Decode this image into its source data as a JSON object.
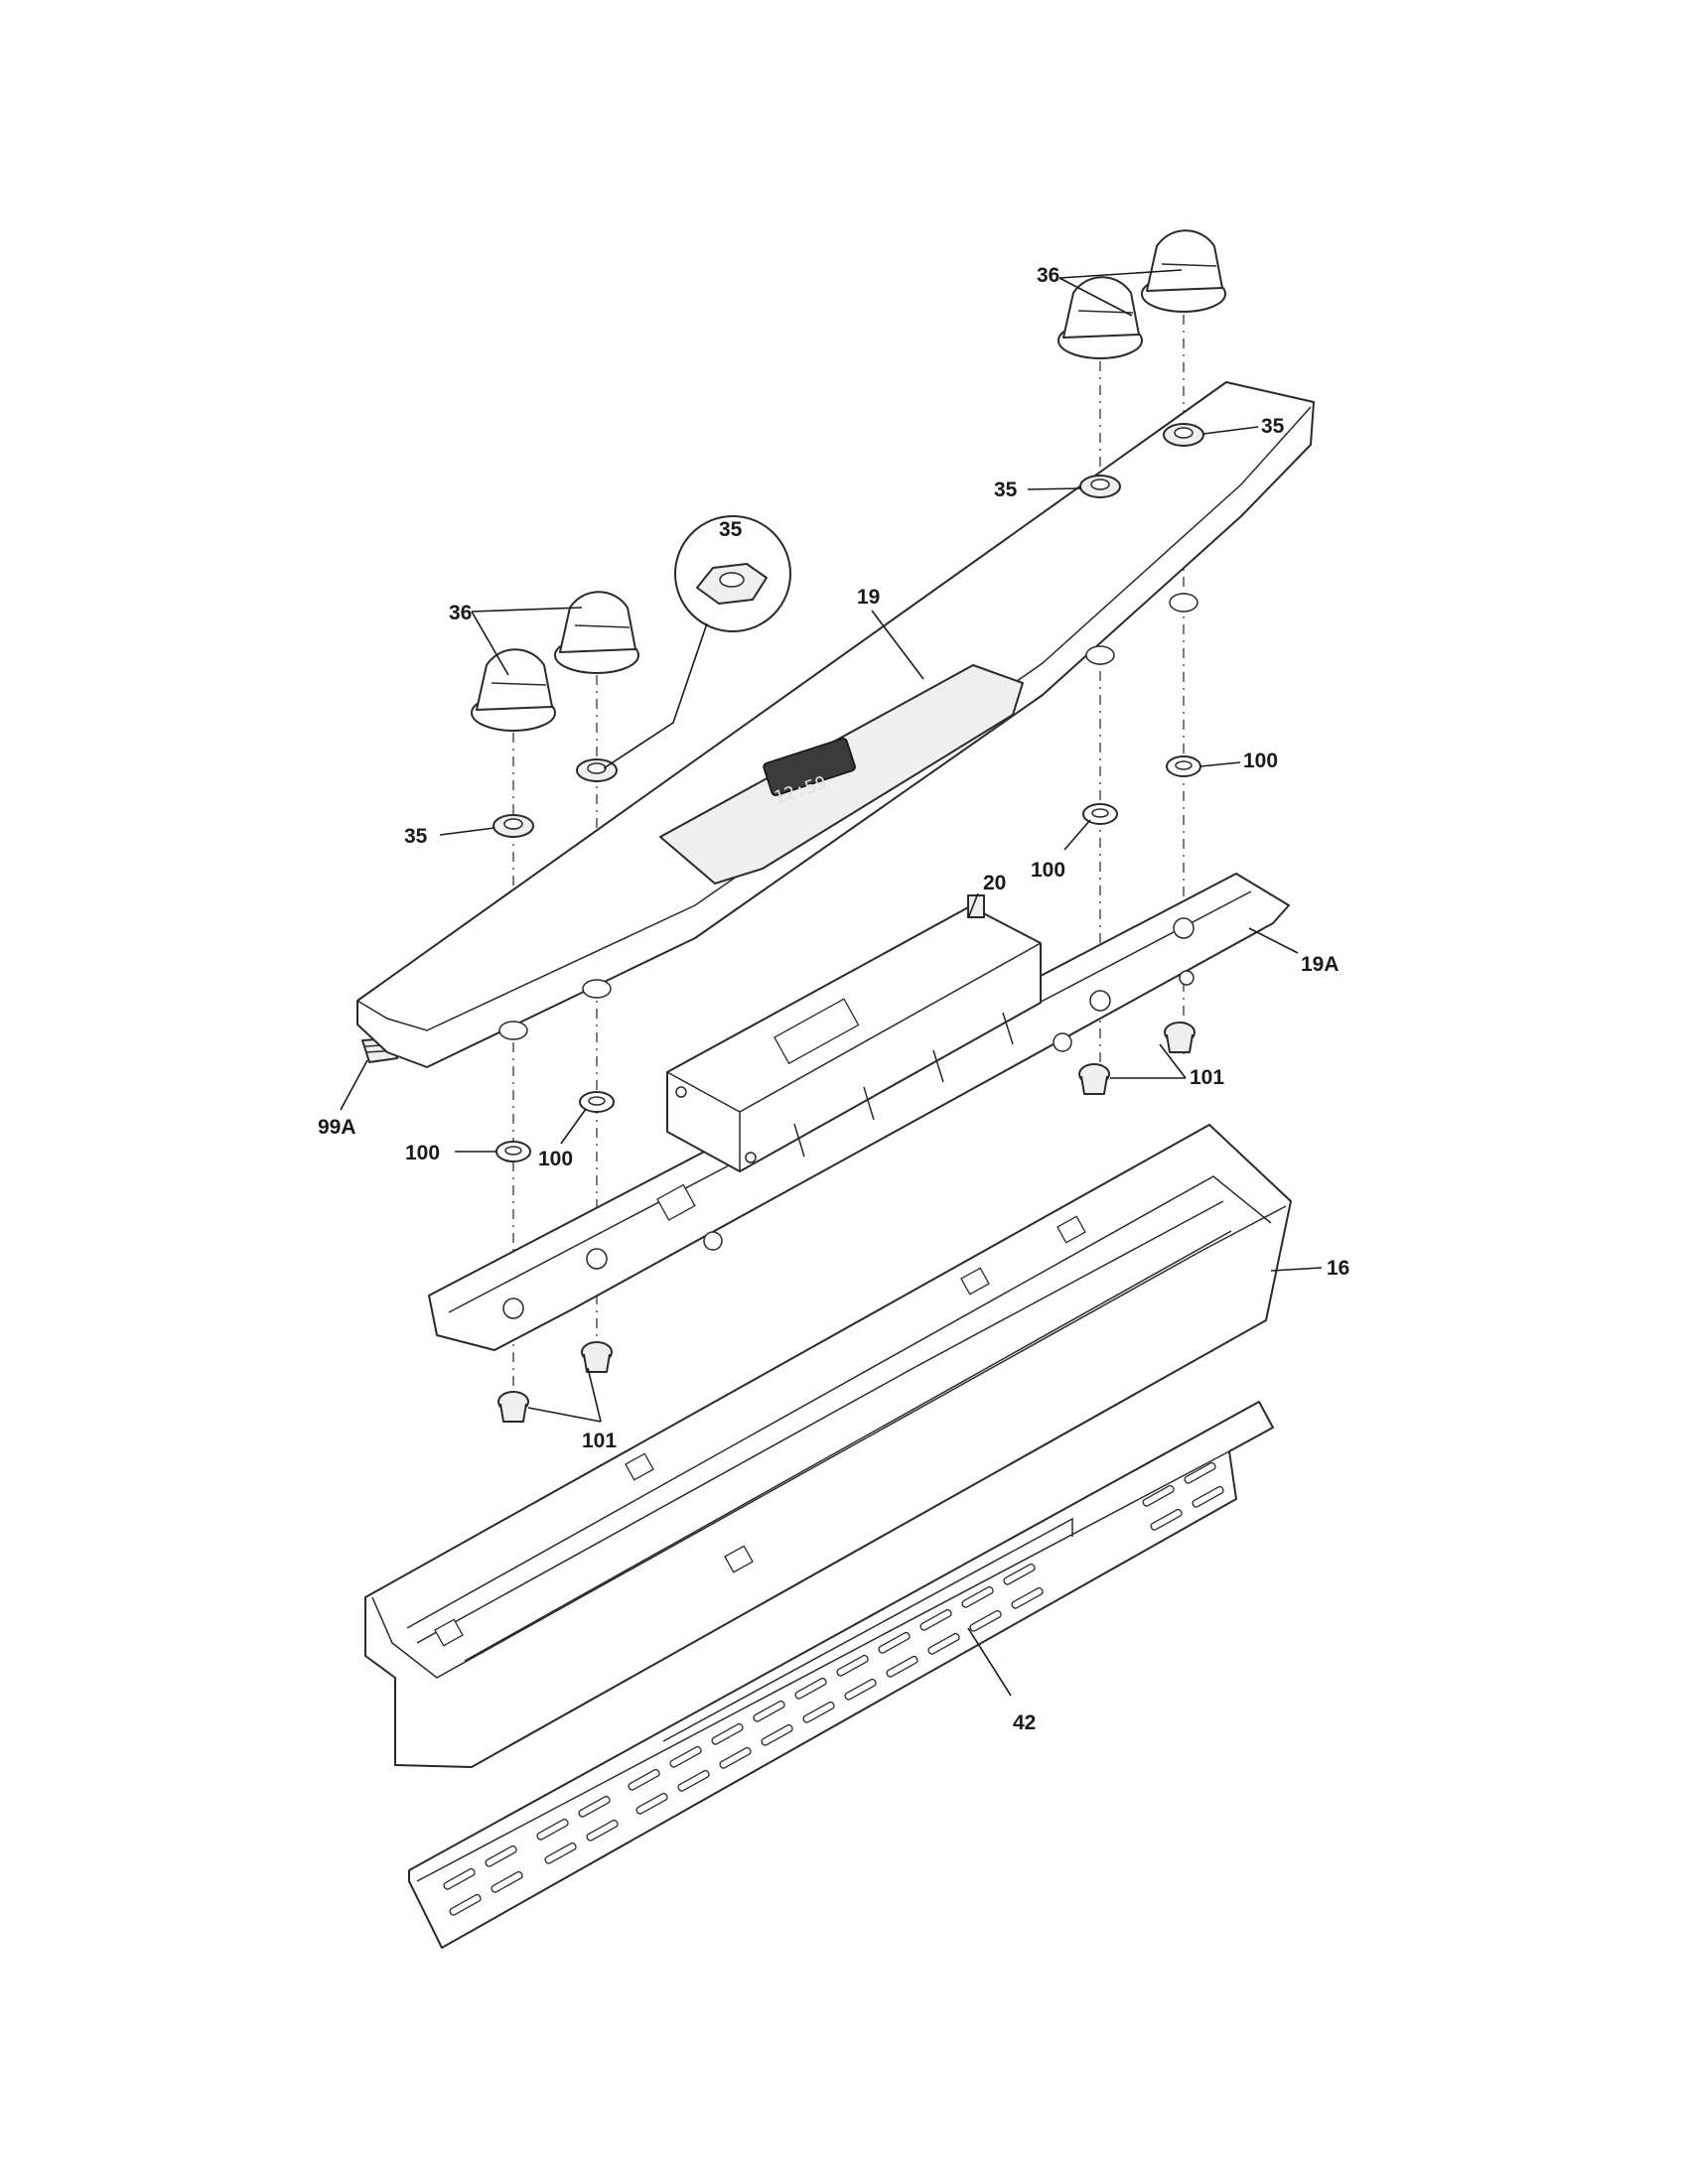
{
  "diagram": {
    "callouts": {
      "knob_left": "36",
      "knob_right": "36",
      "nut_detail": "35",
      "nut_left": "35",
      "nut_right_a": "35",
      "nut_right_b": "35",
      "panel": "19",
      "clock_board": "20",
      "bracket": "19A",
      "washer_right_a": "100",
      "washer_right_b": "100",
      "washer_left_a": "100",
      "washer_left_b": "100",
      "screw_right": "101",
      "screw_left": "101",
      "harness": "99A",
      "backguard": "16",
      "vent_trim": "42"
    },
    "display_readout": "12:59"
  }
}
